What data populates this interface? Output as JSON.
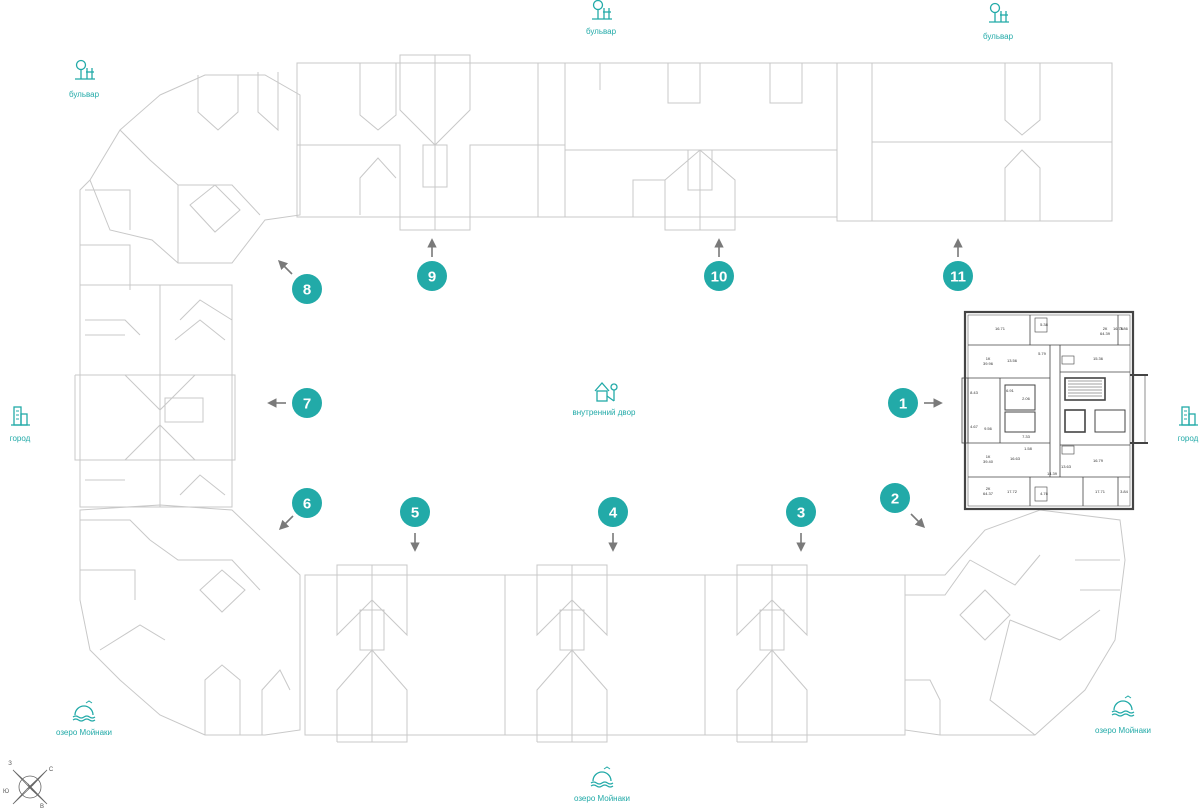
{
  "colors": {
    "accent": "#22aaa8",
    "outline": "#c8c8c8",
    "arrow": "#7a7a7a",
    "plan_line": "#444444"
  },
  "landmarks": {
    "boulevard_1": {
      "label": "бульвар",
      "icon": "tree-fence-icon"
    },
    "boulevard_2": {
      "label": "бульвар",
      "icon": "tree-fence-icon"
    },
    "boulevard_3": {
      "label": "бульвар",
      "icon": "tree-fence-icon"
    },
    "city_west": {
      "label": "город",
      "icon": "city-buildings-icon"
    },
    "city_east": {
      "label": "город",
      "icon": "city-buildings-icon"
    },
    "lake_1": {
      "label": "озеро Мойнаки",
      "icon": "lake-icon"
    },
    "lake_2": {
      "label": "озеро Мойнаки",
      "icon": "lake-icon"
    },
    "lake_3": {
      "label": "озеро Мойнаки",
      "icon": "lake-icon"
    },
    "courtyard": {
      "label": "внутренний двор",
      "icon": "playground-icon"
    }
  },
  "sections": [
    {
      "number": "1",
      "arrow": "right",
      "selected": true
    },
    {
      "number": "2",
      "arrow": "down-right"
    },
    {
      "number": "3",
      "arrow": "down"
    },
    {
      "number": "4",
      "arrow": "down"
    },
    {
      "number": "5",
      "arrow": "down"
    },
    {
      "number": "6",
      "arrow": "down-left"
    },
    {
      "number": "7",
      "arrow": "left"
    },
    {
      "number": "8",
      "arrow": "up-left"
    },
    {
      "number": "9",
      "arrow": "up"
    },
    {
      "number": "10",
      "arrow": "up"
    },
    {
      "number": "11",
      "arrow": "up"
    }
  ],
  "floor_plan": {
    "apartments": [
      {
        "type": "2К",
        "area": "64.39"
      },
      {
        "type": "1К",
        "area": "39.96"
      },
      {
        "type": "1К",
        "area": "39.40"
      },
      {
        "type": "2К",
        "area": "64.37"
      }
    ],
    "room_areas": [
      "16.75",
      "16.71",
      "5.38",
      "3.86",
      "13.56",
      "15.36",
      "5.79",
      "6.91",
      "2.06",
      "8.43",
      "4.67",
      "9.56",
      "16.63",
      "7.33",
      "16.79",
      "17.72",
      "4.76",
      "3.84",
      "17.71",
      "1.58",
      "14.39",
      "13.63"
    ]
  },
  "compass": {
    "north": "С",
    "south": "Ю",
    "east": "В",
    "west": "З"
  }
}
